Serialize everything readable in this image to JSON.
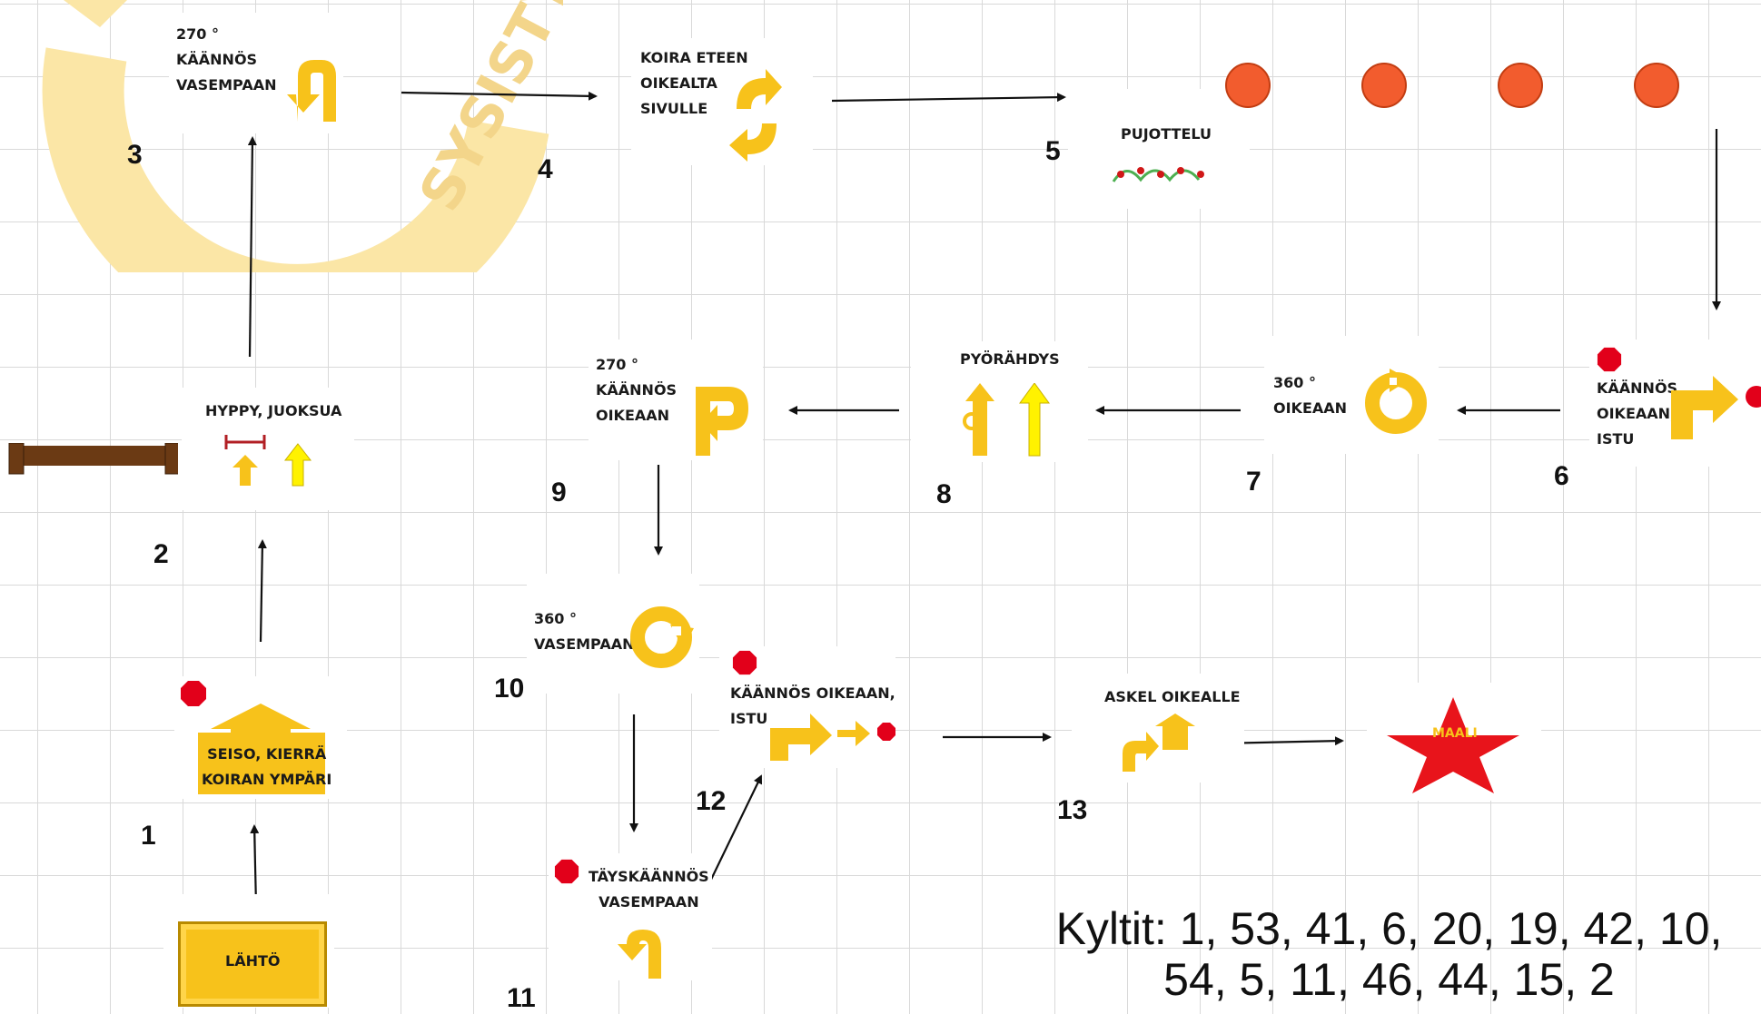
{
  "watermark": {
    "letters": "SYSISTYS RY"
  },
  "signs": {
    "start": {
      "label": "LÄHTÖ"
    },
    "s1": {
      "label": "SEISO, KIERRÄ\nKOIRAN YMPÄRI"
    },
    "s2": {
      "label": "HYPPY, JUOKSUA"
    },
    "s3": {
      "label": "270 °\nKÄÄNNÖS\nVASEMPAAN"
    },
    "s4": {
      "label": "KOIRA ETEEN\nOIKEALTA\nSIVULLE"
    },
    "s5": {
      "label": "PUJOTTELU"
    },
    "s6": {
      "label": "KÄÄNNÖS\nOIKEAAN,\nISTU"
    },
    "s7": {
      "label": "360 °\nOIKEAAN"
    },
    "s8": {
      "label": "PYÖRÄHDYS"
    },
    "s9": {
      "label": "270 °\nKÄÄNNÖS\nOIKEAAN"
    },
    "s10": {
      "label": "360 °\nVASEMPAAN"
    },
    "s11": {
      "label": "TÄYSKÄÄNNÖS\nVASEMPAAN"
    },
    "s12": {
      "label": "KÄÄNNÖS OIKEAAN,\nISTU"
    },
    "s13": {
      "label": "ASKEL OIKEALLE"
    },
    "finish": {
      "label": "MAALI"
    }
  },
  "numbers": [
    "1",
    "2",
    "3",
    "4",
    "5",
    "6",
    "7",
    "8",
    "9",
    "10",
    "11",
    "12",
    "13"
  ],
  "kyltit": {
    "line1": "Kyltit: 1, 53, 41, 6, 20, 19, 42, 10,",
    "line2": "54, 5, 11, 46, 44, 15, 2"
  },
  "colors": {
    "sign_yellow": "#F7C21B",
    "arrow_yellow": "#FFF200",
    "stop_red": "#E2001A",
    "cone_orange": "#F25C2E",
    "star_red": "#E8141B",
    "watermark": "#FBE6A6",
    "jump_bar": "#6B3A14"
  },
  "icons": {
    "stop": "stop-sign-icon",
    "turn": "turn-arrow-icon",
    "circle": "circular-arrow-icon",
    "star": "star-icon",
    "cone": "cone-icon"
  }
}
